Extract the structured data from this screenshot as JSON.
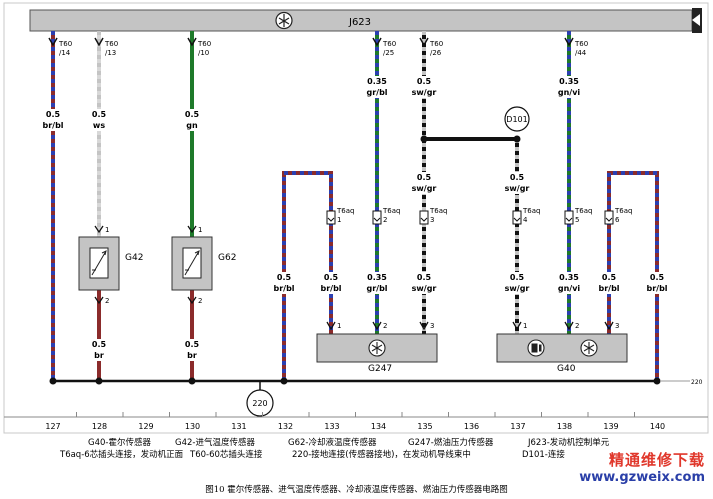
{
  "diagram": {
    "title_module": "J623",
    "colors": {
      "brown": "#8b2b2b",
      "blue": "#2b3fb0",
      "green": "#1e7a2a",
      "black": "#111111",
      "white": "#d8d8d8",
      "red": "#c8313a",
      "grey": "#c4c4c4"
    },
    "top_pins": [
      {
        "pin": "T60",
        "num": "/14"
      },
      {
        "pin": "T60",
        "num": "/13"
      },
      {
        "pin": "T60",
        "num": "/10"
      },
      {
        "pin": "T60",
        "num": "/25"
      },
      {
        "pin": "T60",
        "num": "/26"
      },
      {
        "pin": "T60",
        "num": "/44"
      }
    ],
    "wire_labels": [
      {
        "size": "0.5",
        "color": "br/bl"
      },
      {
        "size": "0.5",
        "color": "ws"
      },
      {
        "size": "0.5",
        "color": "gn"
      },
      {
        "size": "0.35",
        "color": "gr/bl"
      },
      {
        "size": "0.5",
        "color": "sw/gr"
      },
      {
        "size": "0.35",
        "color": "gn/vi"
      },
      {
        "size": "0.5",
        "color": "sw/gr"
      },
      {
        "size": "0.5",
        "color": "sw/gr"
      },
      {
        "size": "0.5",
        "color": "br"
      },
      {
        "size": "0.5",
        "color": "br"
      },
      {
        "size": "0.5",
        "color": "br/bl"
      },
      {
        "size": "0.5",
        "color": "br/bl"
      },
      {
        "size": "0.35",
        "color": "gr/bl"
      },
      {
        "size": "0.5",
        "color": "sw/gr"
      },
      {
        "size": "0.5",
        "color": "sw/gr"
      },
      {
        "size": "0.35",
        "color": "gn/vi"
      },
      {
        "size": "0.5",
        "color": "br/bl"
      },
      {
        "size": "0.5",
        "color": "br/bl"
      }
    ],
    "connector_pins": [
      {
        "name": "T6aq",
        "num": "1"
      },
      {
        "name": "T6aq",
        "num": "2"
      },
      {
        "name": "T6aq",
        "num": "3"
      },
      {
        "name": "T6aq",
        "num": "4"
      },
      {
        "name": "T6aq",
        "num": "5"
      },
      {
        "name": "T6aq",
        "num": "6"
      }
    ],
    "sensor_pins": [
      "1",
      "2",
      "1",
      "2"
    ],
    "component_pins": [
      "1",
      "2",
      "3",
      "1",
      "2",
      "3"
    ],
    "components": {
      "g42": "G42",
      "g62": "G62",
      "g247": "G247",
      "g40": "G40"
    },
    "junction": "D101",
    "ground": "220",
    "edge_mark": "220",
    "columns": [
      "127",
      "128",
      "129",
      "130",
      "131",
      "132",
      "133",
      "134",
      "135",
      "136",
      "137",
      "138",
      "139",
      "140"
    ]
  },
  "legend": {
    "row1": [
      "G40-霍尔传感器",
      "G42-进气温度传感器",
      "G62-冷却液温度传感器",
      "G247-燃油压力传感器",
      "J623-发动机控制单元"
    ],
    "row2": [
      "T6aq-6芯插头连接，发动机正面",
      "T60-60芯插头连接",
      "220-接地连接(传感器接地)，在发动机导线束中",
      "D101-连接"
    ]
  },
  "caption": "图10 霍尔传感器、进气温度传感器、冷却液温度传感器、燃油压力传感器电路图",
  "watermark": {
    "text": "精通维修下载",
    "url": "www.gzweix.com"
  }
}
